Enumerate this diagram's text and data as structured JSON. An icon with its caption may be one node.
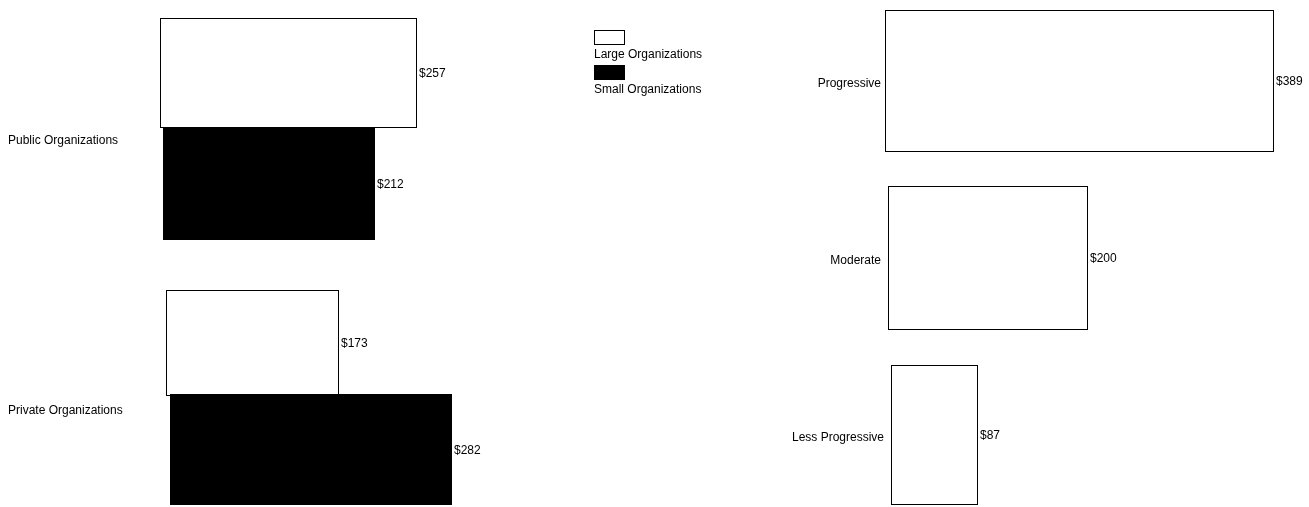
{
  "diagram": {
    "nodes": [
      {
        "text": [],
        "shape": "bar",
        "beside": [
          "$257"
        ]
      },
      {
        "text": [],
        "shape": "bar",
        "beside": [
          "$212"
        ]
      },
      {
        "text": [],
        "shape": "bar",
        "beside": [
          "$173"
        ]
      },
      {
        "text": [],
        "shape": "bar",
        "beside": [
          "$282"
        ]
      },
      {
        "text": [],
        "shape": "bar",
        "beside": [
          "$389"
        ]
      },
      {
        "text": [],
        "shape": "bar",
        "beside": [
          "$200"
        ]
      },
      {
        "text": [],
        "shape": "bar",
        "beside": [
          "$87"
        ]
      }
    ],
    "labels": [
      "Public Organizations",
      "Private Organizations",
      "Progressive",
      "Moderate",
      "Less Progressive"
    ],
    "legend": [
      {
        "text": "Large Organizations",
        "color": "#ffffff"
      },
      {
        "text": "Small Organizations",
        "color": "#000000"
      }
    ]
  }
}
